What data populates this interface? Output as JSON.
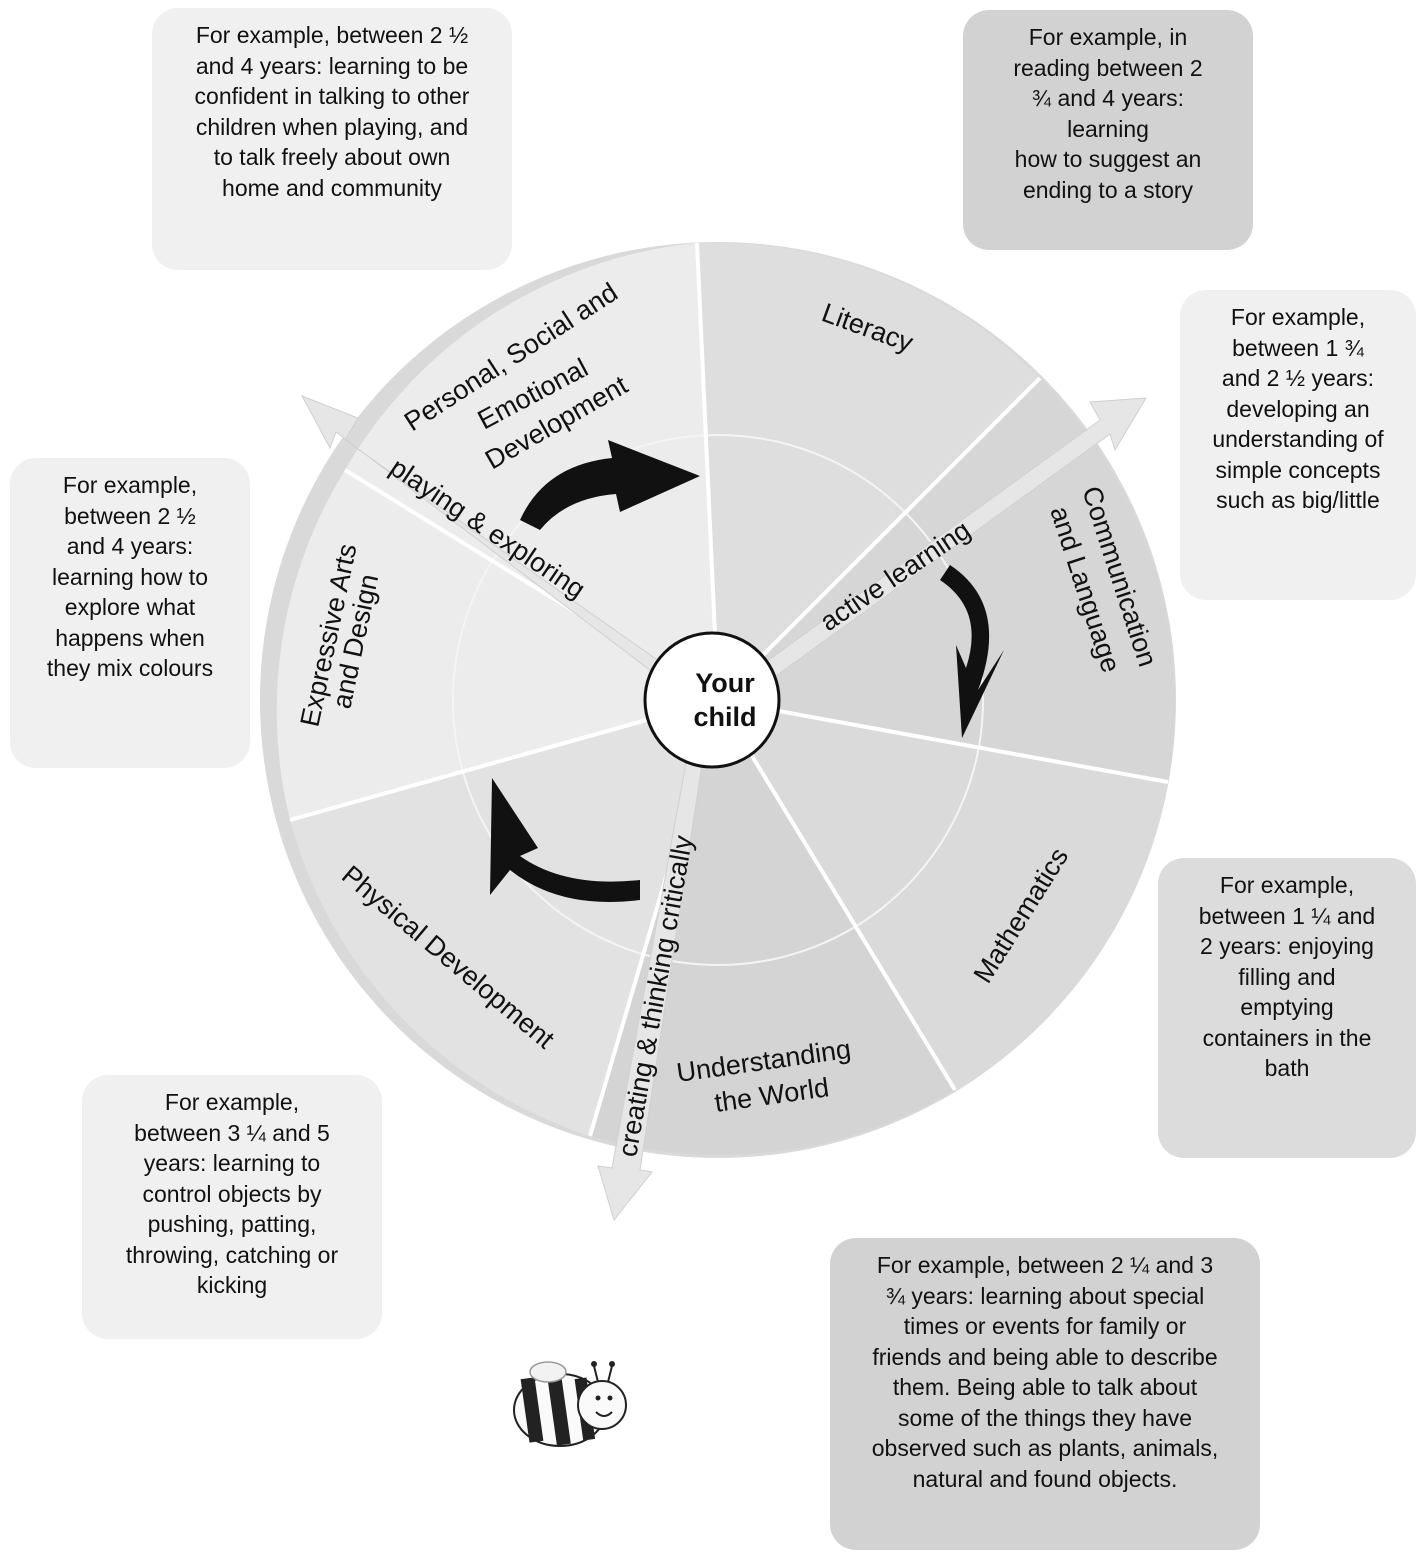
{
  "center_label": [
    "Your",
    "child"
  ],
  "areas": [
    {
      "id": "psed",
      "lines": [
        "Personal, Social and",
        "Emotional",
        "Development"
      ]
    },
    {
      "id": "literacy",
      "lines": [
        "Literacy"
      ]
    },
    {
      "id": "communication",
      "lines": [
        "Communication",
        "and Language"
      ]
    },
    {
      "id": "mathematics",
      "lines": [
        "Mathematics"
      ]
    },
    {
      "id": "understanding",
      "lines": [
        "Understanding",
        "the World"
      ]
    },
    {
      "id": "physical",
      "lines": [
        "Physical Development"
      ]
    },
    {
      "id": "expressive",
      "lines": [
        "Expressive Arts",
        "and Design"
      ]
    }
  ],
  "processes": [
    {
      "id": "playing",
      "label": "playing & exploring"
    },
    {
      "id": "active",
      "label": "active learning"
    },
    {
      "id": "creating",
      "label": "creating & thinking critically"
    }
  ],
  "examples": [
    {
      "id": "psed",
      "lines": [
        "For example, between 2 ½",
        "and 4 years: learning to be",
        "confident in talking to other",
        "children when playing, and",
        "to talk freely about own",
        "home and community"
      ]
    },
    {
      "id": "literacy",
      "lines": [
        "For example, in",
        "reading between 2",
        "¾ and 4 years:",
        "learning",
        "how to suggest an",
        "ending to a story"
      ]
    },
    {
      "id": "communication",
      "lines": [
        "For example,",
        "between 1 ¾",
        "and 2 ½ years:",
        "developing an",
        "understanding of",
        "simple concepts",
        "such as big/little"
      ]
    },
    {
      "id": "expressive",
      "lines": [
        "For example,",
        "between 2 ½",
        "and 4 years:",
        "learning how to",
        "explore what",
        "happens when",
        "they mix colours"
      ]
    },
    {
      "id": "mathematics",
      "lines": [
        "For example,",
        "between 1 ¼ and",
        "2 years: enjoying",
        "filling and",
        "emptying",
        "containers in the",
        "bath"
      ]
    },
    {
      "id": "physical",
      "lines": [
        "For example,",
        "between 3 ¼ and 5",
        "years: learning to",
        "control objects by",
        "pushing, patting,",
        "throwing, catching or",
        "kicking"
      ]
    },
    {
      "id": "understanding",
      "lines": [
        "For example, between 2 ¼ and 3",
        "¾ years: learning about special",
        "times or events for family or",
        "friends and being able to describe",
        "them. Being able to talk about",
        "some of the things they have",
        "observed such as plants, animals,",
        "natural and found objects."
      ]
    }
  ],
  "colors": {
    "segment_dark": "#d9d9d9",
    "segment_light": "#ececec",
    "divider": "#ffffff",
    "arrow": "#111111",
    "process_arrow": "#e4e4e4"
  }
}
